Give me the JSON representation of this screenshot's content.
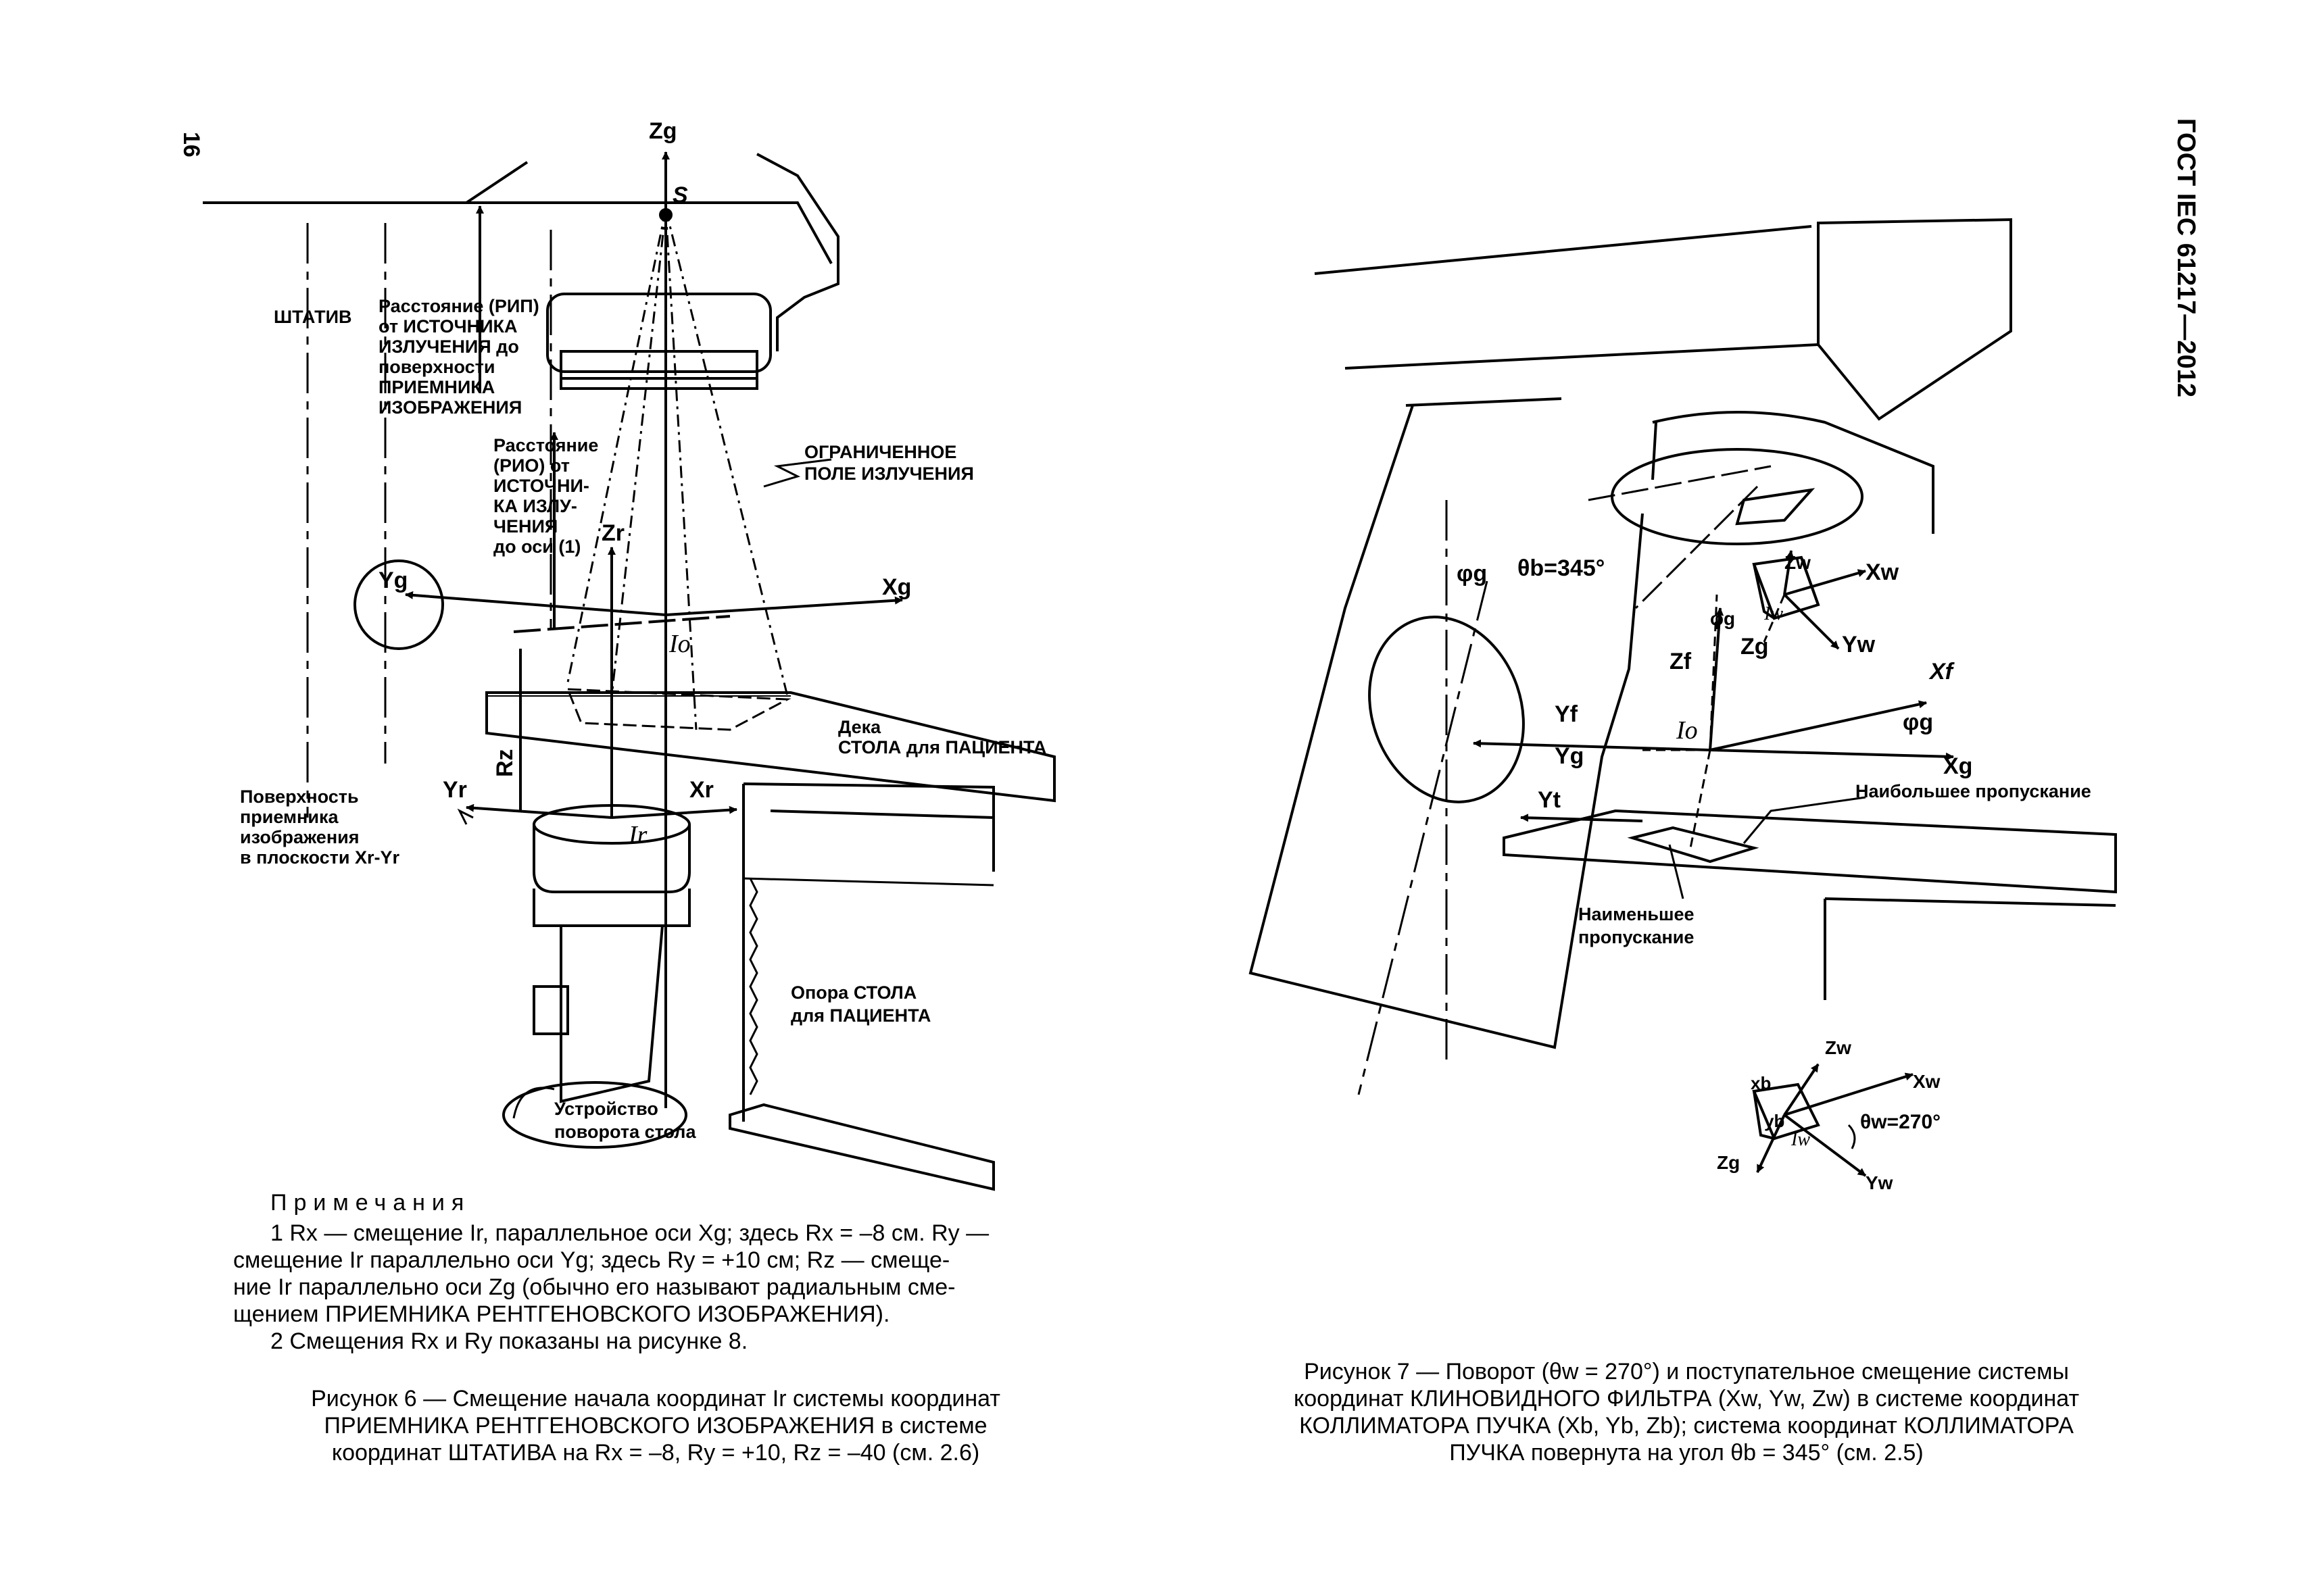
{
  "header": {
    "page_number": "16",
    "standard_code": "ГОСТ IEC 61217—2012"
  },
  "figure6": {
    "labels": {
      "zg": "Zg",
      "s": "S",
      "shtativ": "ШТАТИВ",
      "rip": [
        "Расстояние (РИП)",
        "от ИСТОЧНИКА",
        "ИЗЛУЧЕНИЯ до",
        "поверхности",
        "ПРИЕМНИКА",
        "ИЗОБРАЖЕНИЯ"
      ],
      "rio": [
        "Расстояние",
        "(РИО) от",
        "ИСТОЧНИ-",
        "КА ИЗЛУ-",
        "ЧЕНИЯ",
        "до оси (1)"
      ],
      "limited_field": [
        "ОГРАНИЧЕННОЕ",
        "ПОЛЕ ИЗЛУЧЕНИЯ"
      ],
      "zr": "Zr",
      "yg": "Yg",
      "xg": "Xg",
      "io": "Io",
      "rz": "Rz",
      "deck": [
        "Дека",
        "СТОЛА для ПАЦИЕНТА"
      ],
      "yr": "Yr",
      "xr": "Xr",
      "ir": "Ir",
      "receptor_surface": [
        "Поверхность",
        "приемника",
        "изображения",
        "в плоскости Xr-Yr"
      ],
      "table_support": [
        "Опора СТОЛА",
        "для ПАЦИЕНТА"
      ],
      "rotation_device": [
        "Устройство",
        "поворота стола"
      ]
    },
    "notes_title": "Примечания",
    "note1": [
      "1 Rx — смещение Ir, параллельное оси Xg; здесь Rx = –8 см. Ry —",
      "смещение Ir параллельно оси Yg; здесь Ry = +10 см; Rz — смеще-",
      "ние Ir параллельно оси Zg (обычно его называют радиальным сме-",
      "щением ПРИЕМНИКА РЕНТГЕНОВСКОГО ИЗОБРАЖЕНИЯ)."
    ],
    "note2": "2 Смещения Rx и Ry показаны на рисунке 8.",
    "caption": [
      "Рисунок 6 — Смещение начала координат Ir системы координат",
      "ПРИЕМНИКА РЕНТГЕНОВСКОГО ИЗОБРАЖЕНИЯ в системе",
      "координат ШТАТИВА на Rx = –8, Ry = +10, Rz = –40 (см. 2.6)"
    ]
  },
  "figure7": {
    "labels": {
      "phi_g": "φg",
      "theta_b": "θb=345°",
      "zw": "Zw",
      "xw": "Xw",
      "phi_g_small": "φg",
      "iw": "Iw",
      "yw": "Yw",
      "zg": "Zg",
      "zf": "Zf",
      "xf": "Xf",
      "phi_g_right": "φg",
      "yf": "Yf",
      "io": "Io",
      "xg": "Xg",
      "yg": "Yg",
      "yt": "Yt",
      "max_transmission": "Наибольшее пропускание",
      "min_transmission": [
        "Наименьшее",
        "пропускание"
      ],
      "inset_zw": "Zw",
      "inset_xw": "Xw",
      "inset_xb": "xb",
      "inset_yb": "yb",
      "inset_iw": "Iw",
      "inset_theta": "θw=270°",
      "inset_zg": "Zg",
      "inset_yw": "Yw"
    },
    "caption": [
      "Рисунок 7 — Поворот (θw = 270°) и поступательное смещение системы",
      "координат КЛИНОВИДНОГО ФИЛЬТРА (Xw, Yw, Zw) в системе координат",
      "КОЛЛИМАТОРА ПУЧКА (Xb, Yb, Zb); система координат КОЛЛИМАТОРА",
      "ПУЧКА повернута на угол θb = 345° (см. 2.5)"
    ]
  }
}
